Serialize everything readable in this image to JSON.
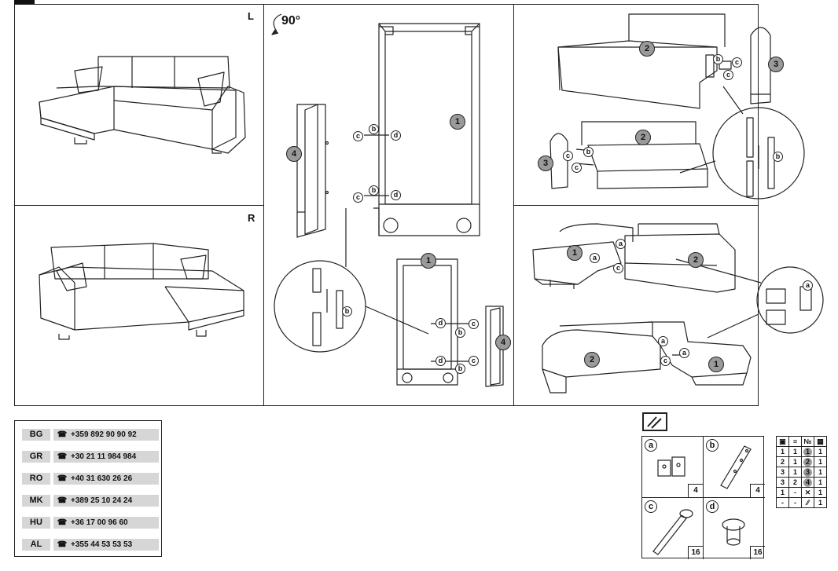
{
  "panels": {
    "sofa_left_label": "L",
    "sofa_right_label": "R",
    "rotate_label": "90°"
  },
  "markers": {
    "part1": "1",
    "part2": "2",
    "part3": "3",
    "part4": "4",
    "a": "a",
    "b": "b",
    "c": "c",
    "d": "d"
  },
  "contacts": [
    {
      "code": "BG",
      "phone": "+359 892 90 90 92"
    },
    {
      "code": "GR",
      "phone": "+30 21 11 984 984"
    },
    {
      "code": "RO",
      "phone": "+40 31 630 26 26"
    },
    {
      "code": "MK",
      "phone": "+389 25 10 24 24"
    },
    {
      "code": "HU",
      "phone": "+36 17 00 96 60"
    },
    {
      "code": "AL",
      "phone": "+355 44 53 53 53"
    }
  ],
  "hardware": [
    {
      "letter": "a",
      "qty": "4"
    },
    {
      "letter": "b",
      "qty": "4"
    },
    {
      "letter": "c",
      "qty": "16"
    },
    {
      "letter": "d",
      "qty": "16"
    }
  ],
  "parts_table": {
    "header_no": "№",
    "rows": [
      [
        "1",
        "1",
        "1",
        "1"
      ],
      [
        "2",
        "1",
        "2",
        "1"
      ],
      [
        "3",
        "1",
        "3",
        "1"
      ],
      [
        "3",
        "2",
        "4",
        "1"
      ],
      [
        "1",
        "-",
        "",
        "1"
      ],
      [
        "-",
        "-",
        "",
        "1"
      ]
    ]
  }
}
